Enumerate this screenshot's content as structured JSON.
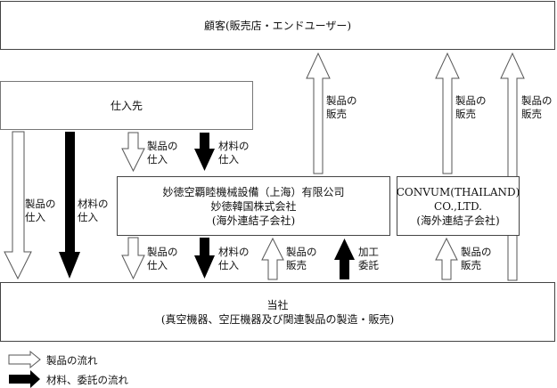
{
  "boxes": {
    "customer": "顧客(販売店・エンドユーザー)",
    "supplier": "仕入先",
    "shanghai": [
      "妙徳空覇睦機械設備（上海）有限公司",
      "妙徳韓国株式会社",
      "(海外連結子会社)"
    ],
    "thailand": [
      "CONVUM(THAILAND)",
      "CO.,LTD.",
      "(海外連結子会社)"
    ],
    "company": [
      "当社",
      "(真空機器、空圧機器及び関連製品の製造・販売)"
    ]
  },
  "labels": {
    "product_purchase": [
      "製品の",
      "仕入"
    ],
    "material_purchase": [
      "材料の",
      "仕入"
    ],
    "product_sales": [
      "製品の",
      "販売"
    ],
    "processing_consign": [
      "加工",
      "委託"
    ]
  },
  "legend": {
    "product_flow": "製品の流れ",
    "material_flow": "材料、委託の流れ"
  },
  "colors": {
    "product_arrow_fill": "#ffffff",
    "material_arrow_fill": "#000000",
    "border": "#444444"
  }
}
